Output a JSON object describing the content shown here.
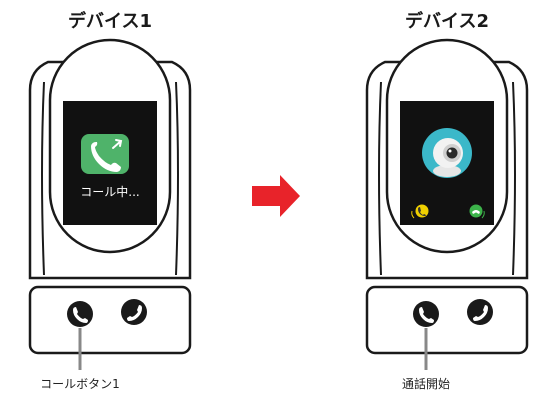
{
  "device1": {
    "title": "デバイス1",
    "screen_text": "コール中...",
    "caption": "コールボタン1"
  },
  "device2": {
    "title": "デバイス2",
    "caption": "通話開始"
  },
  "icons": {
    "call_app": "phone-forward-icon",
    "camera_avatar": "camera-icon",
    "accept": "accept-call-icon",
    "decline": "decline-call-icon",
    "device_button_left": "call-button-1-icon",
    "device_button_right": "call-button-2-icon",
    "transition": "right-arrow-icon"
  },
  "colors": {
    "screen_bg": "#111111",
    "app_icon_green": "#4fb36a",
    "arrow_red": "#e8232a",
    "avatar_teal": "#3bb8c9",
    "accept_yellow": "#f0d000",
    "decline_green": "#3cb34a",
    "outline": "#1a1a1a"
  }
}
